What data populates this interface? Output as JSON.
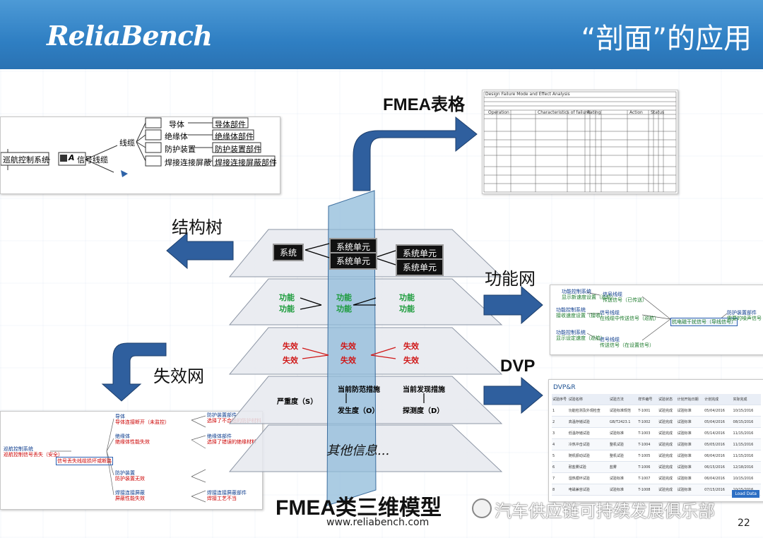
{
  "header": {
    "logo": "ReliaBench",
    "title": "“剖面”的应用"
  },
  "labels": {
    "fmea_table": "FMEA表格",
    "structure_tree": "结构树",
    "function_net": "功能网",
    "failure_net": "失效网",
    "dvp": "DVP",
    "model_title": "FMEA类三维模型",
    "other_info": "其他信息..."
  },
  "structure_tree_panel": {
    "root": "巡航控制系统",
    "branch": "信号线缆",
    "branch_icon_text": "A",
    "sub": "线缆",
    "items": [
      {
        "left": "导体",
        "right": "导体部件"
      },
      {
        "left": "绝缘体",
        "right": "绝缘体部件"
      },
      {
        "left": "防护装置",
        "right": "防护装置部件"
      },
      {
        "left": "焊接连接屏蔽",
        "right": "焊接连接屏蔽部件"
      }
    ]
  },
  "layers": {
    "system": "系统",
    "system_unit": "系统单元",
    "function": "功能",
    "failure": "失效",
    "severity": "严重度（S）",
    "prevention": "当前防范措施",
    "occurrence": "发生度（O）",
    "detection_measure": "当前发现措施",
    "detection": "探测度（D）"
  },
  "fmea_mini": {
    "header": "Design Failure Mode and Effect Analysis",
    "cols": [
      "Operation",
      "Characteristics of failure",
      "Rating",
      "Action",
      "Status"
    ]
  },
  "function_net_panel": {
    "n1": "功能控制系统",
    "n1b": "显示新速度设置（巡航）",
    "n2": "信号线缆",
    "n2b": "传送信号（已传送）",
    "n3": "功能控制系统",
    "n3b": "接收速度设置（接收）",
    "n4": "信号线缆",
    "n4b": "在线缆中传送信号（巡航）",
    "n5": "功能控制系统",
    "n5b": "显示设定速度（巡航）",
    "n6": "信号线缆",
    "n6b": "传送信号（在设置信号）",
    "right1": "防护装置部件",
    "right1b": "需要的噪声信号",
    "mid": "抗电磁干扰信号（导线信号）"
  },
  "dvp_panel": {
    "title": "DVP&R",
    "headers": [
      "试验序号",
      "试验名称",
      "试验方法",
      "样件编号",
      "试验状态",
      "计划开始日期",
      "计划完成",
      "实际完成"
    ],
    "rows": [
      [
        "1",
        "功能检测及外观检查",
        "试验标准规范",
        "T-1001",
        "试验完成",
        "试验标准",
        "05/04/2016",
        "10/15/2016"
      ],
      [
        "2",
        "高温存储试验",
        "GB/T2423.1",
        "T-1002",
        "试验完成",
        "试验标准",
        "05/04/2016",
        "08/15/2016"
      ],
      [
        "3",
        "低温存储试验",
        "试验标准",
        "T-1003",
        "试验完成",
        "试验标准",
        "05/14/2016",
        "11/15/2016"
      ],
      [
        "4",
        "冷热冲击试验",
        "整机试验",
        "T-1004",
        "试验完成",
        "试验标准",
        "05/05/2016",
        "11/15/2016"
      ],
      [
        "5",
        "随机振动试验",
        "整机试验",
        "T-1005",
        "试验完成",
        "试验标准",
        "06/04/2016",
        "11/15/2016"
      ],
      [
        "6",
        "耐盐雾试验",
        "盐雾",
        "T-1006",
        "试验完成",
        "试验标准",
        "06/15/2016",
        "12/18/2016"
      ],
      [
        "7",
        "湿热循环试验",
        "试验标准",
        "T-1007",
        "试验完成",
        "试验标准",
        "06/04/2016",
        "10/15/2016"
      ],
      [
        "8",
        "电磁兼容试验",
        "试验标准",
        "T-1008",
        "试验完成",
        "试验标准",
        "07/15/2016",
        "10/15/2016"
      ]
    ],
    "button": "Load Data"
  },
  "failure_net_panel": {
    "root": "巡航控制系统",
    "root_red": "巡航控制信号丢失（安全）",
    "mid": "信号丢失线缆损坏或断路",
    "n1": "导体",
    "n1r": "导体连接断开（未监控）",
    "n2": "防护装置部件",
    "n2r": "选择了不合适的防护材料",
    "n3": "绝缘体",
    "n3r": "绝缘体性能失效",
    "n4": "绝缘体部件",
    "n4r": "选择了错误的绝缘材料",
    "n5": "防护装置",
    "n5r": "防护装置无效",
    "n6": "焊接连接屏蔽",
    "n6r": "屏蔽性能失效",
    "n7": "焊接连接屏蔽部件",
    "n7r": "焊接工艺不当"
  },
  "footer": {
    "url": "www.reliabench.com",
    "watermark": "汽车供应链可持续发展俱乐部",
    "page": "22"
  },
  "colors": {
    "header_blue": "#3584c8",
    "arrow_blue": "#2f5f9e",
    "green_text": "#1a9b3a",
    "red_text": "#d01818",
    "prism": "#9fc3dd"
  }
}
